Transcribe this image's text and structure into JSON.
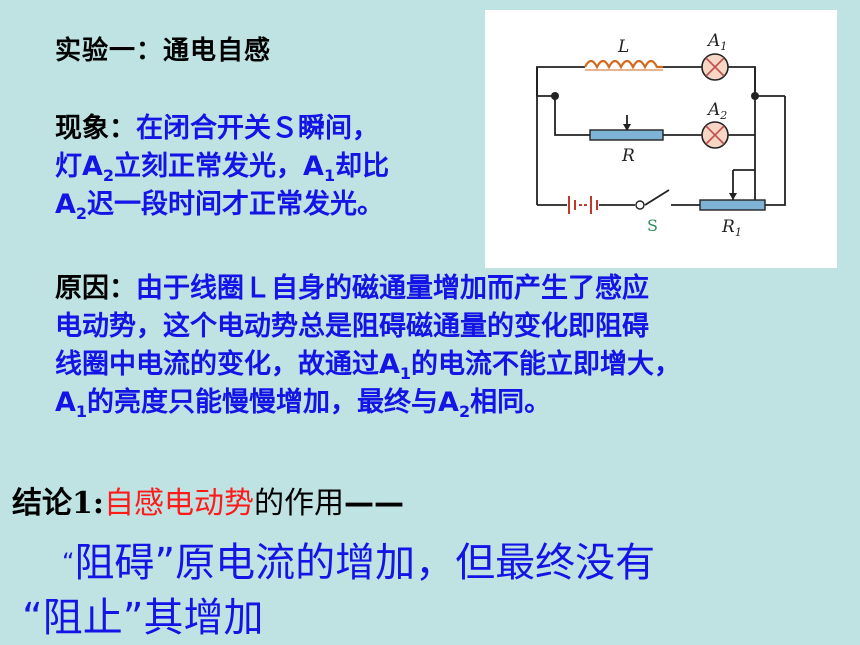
{
  "title": "实验一：通电自感",
  "phenomenon": {
    "label": "现象：",
    "l1": "在闭合开关Ｓ瞬间，",
    "l2a": "灯A",
    "l2sub": "2",
    "l2b": "立刻正常发光，A",
    "l2sub2": "1",
    "l2c": "却比",
    "l3a": "A",
    "l3sub": "2",
    "l3b": "迟一段时间才正常发光。"
  },
  "cause": {
    "label": "原因：",
    "l1": "由于线圈Ｌ自身的磁通量增加而产生了感应",
    "l2": "电动势，这个电动势总是阻碍磁通量的变化即阻碍",
    "l3a": "线圈中电流的变化，故通过A",
    "l3sub": "1",
    "l3b": "的电流不能立即增大，",
    "l4a": "A",
    "l4sub": "1",
    "l4b": "的亮度只能慢慢增加，最终与A",
    "l4sub2": "2",
    "l4c": "相同。"
  },
  "conclusion": {
    "label": "结论1:",
    "red": "自感电动势",
    "rest": "的作用",
    "dash": "——",
    "line1_q": "“",
    "line1": "阻碍”原电流的增加，但最终没有",
    "line2": "“阻止”其增加"
  },
  "circuit": {
    "L": "L",
    "A1": "A",
    "A1sub": "1",
    "A2": "A",
    "A2sub": "2",
    "R": "R",
    "R1": "R",
    "R1sub": "1",
    "S": "S"
  }
}
